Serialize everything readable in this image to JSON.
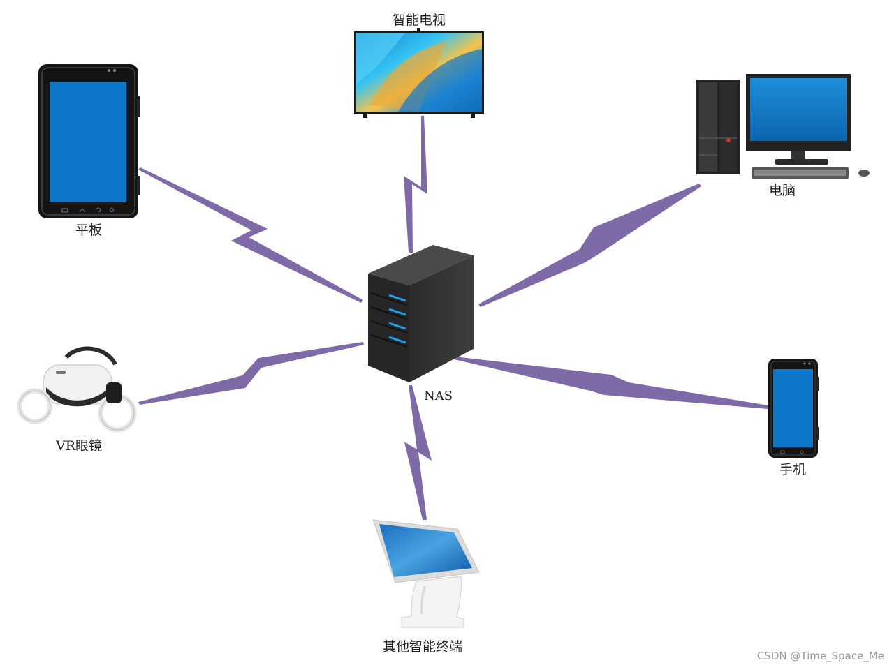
{
  "nodes": {
    "center": {
      "label": "NAS",
      "icon": "server-icon"
    },
    "tv": {
      "label": "智能电视",
      "icon": "tv-icon"
    },
    "tablet": {
      "label": "平板",
      "icon": "tablet-icon"
    },
    "computer": {
      "label": "电脑",
      "icon": "desktop-computer-icon"
    },
    "vr": {
      "label": "VR眼镜",
      "icon": "vr-headset-icon"
    },
    "phone": {
      "label": "手机",
      "icon": "smartphone-icon"
    },
    "kiosk": {
      "label": "其他智能终端",
      "icon": "kiosk-terminal-icon"
    }
  },
  "watermark": "CSDN @Time_Space_Me",
  "colors": {
    "connection": "#7f6aa8",
    "screen_blue": "#0d78c9",
    "server_body": "#2f2f2f",
    "server_led": "#1ea0f0"
  }
}
